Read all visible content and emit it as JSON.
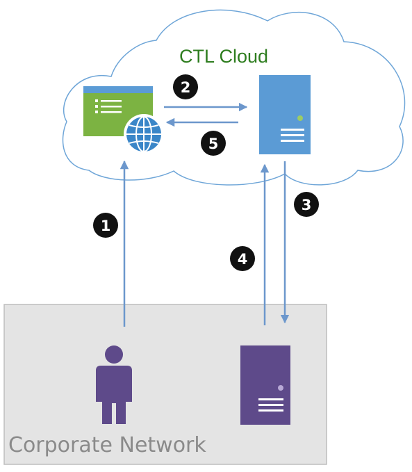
{
  "cloud": {
    "title": "CTL Cloud",
    "title_color": "#2e7d1f",
    "outline_color": "#6fa6d8"
  },
  "corporate": {
    "label": "Corporate Network",
    "fill_color": "#e4e4e4",
    "border_color": "#bdbdbd",
    "label_color": "#8a8a8a"
  },
  "steps": [
    "1",
    "2",
    "3",
    "4",
    "5"
  ],
  "colors": {
    "arrow": "#6c97cc",
    "web_portal": "#7cb342",
    "web_portal_bar": "#5b9bd5",
    "globe": "#3a86c8",
    "cloud_server": "#5b9bd5",
    "server_led": "#9ccc65",
    "on_prem_server": "#5e4a8a",
    "user": "#5e4a8a",
    "step_badge": "#111111"
  },
  "icons": [
    "web-portal-icon",
    "globe-icon",
    "cloud-server-icon",
    "user-icon",
    "on-prem-server-icon"
  ]
}
